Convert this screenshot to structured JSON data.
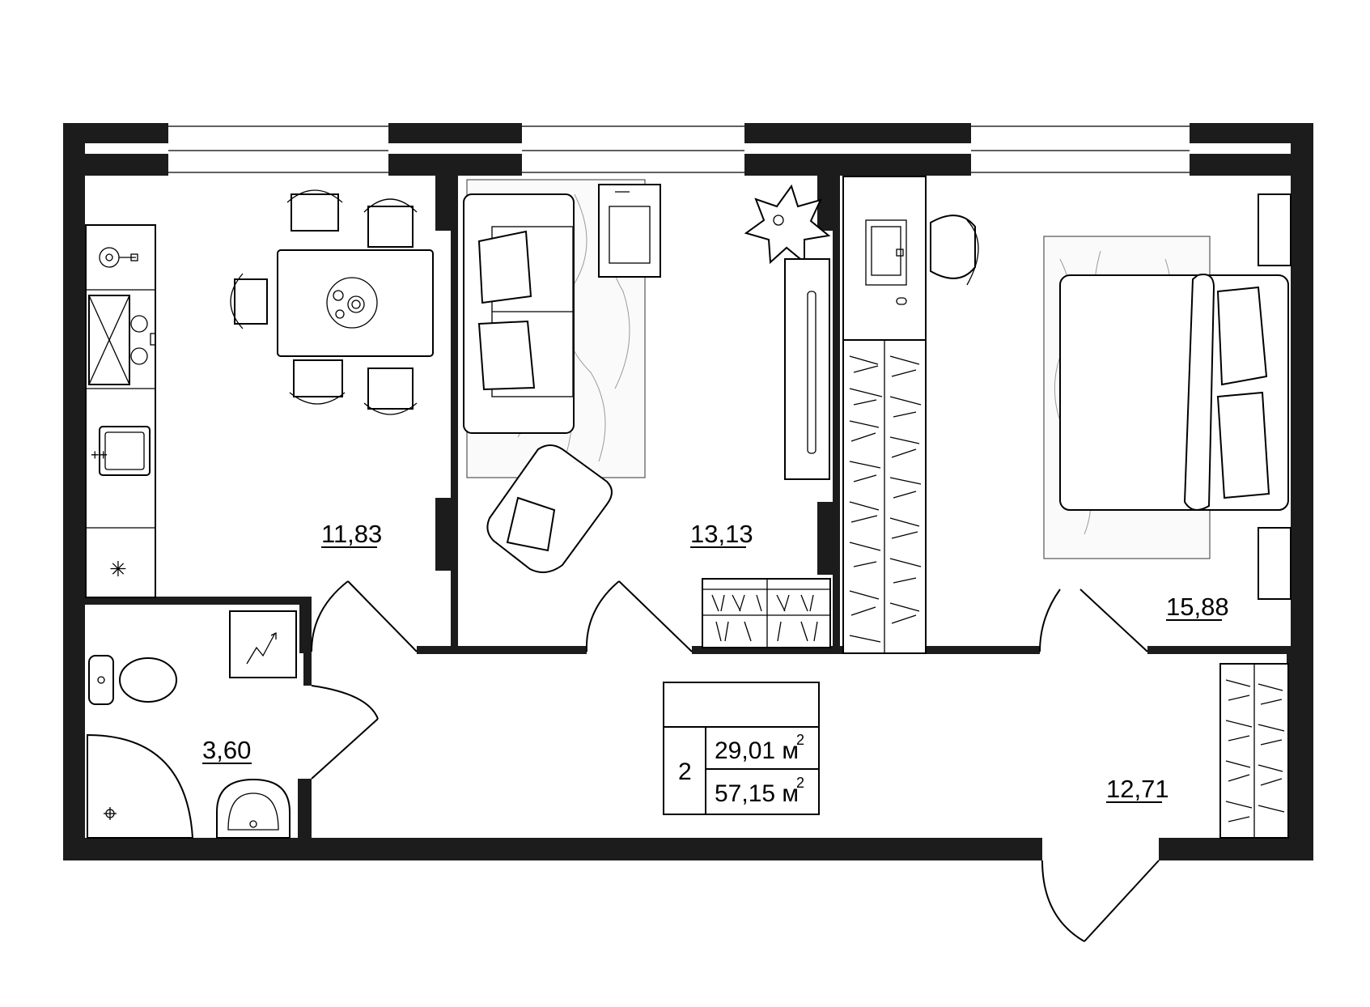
{
  "rooms": [
    {
      "id": "kitchen",
      "area": "11,83"
    },
    {
      "id": "living-room",
      "area": "13,13"
    },
    {
      "id": "bedroom",
      "area": "15,88"
    },
    {
      "id": "bathroom",
      "area": "3,60"
    },
    {
      "id": "hallway",
      "area": "12,71"
    }
  ],
  "info_box": {
    "room_count": "2",
    "living_area": "29,01 м",
    "total_area": "57,15 м",
    "unit_superscript": "2"
  }
}
